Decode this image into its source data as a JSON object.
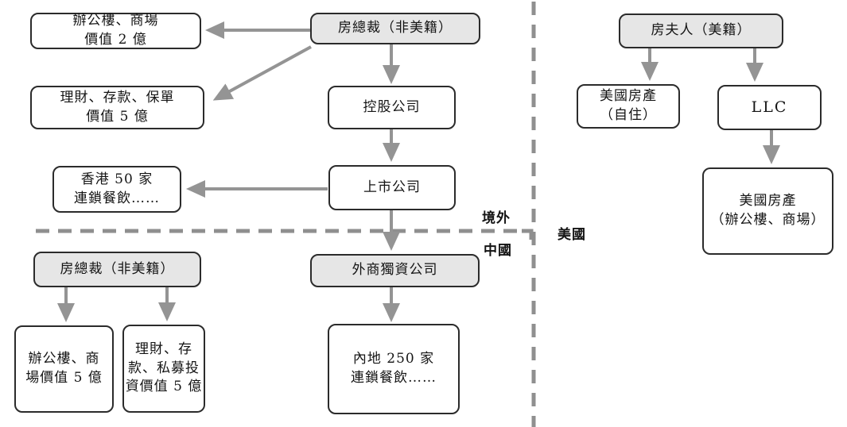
{
  "diagram": {
    "regions": {
      "offshore": "境外",
      "china": "中國",
      "usa": "美國"
    },
    "offshore_section": {
      "chairman": "房總裁（非美籍）",
      "office_mall": {
        "line1": "辦公樓、商場",
        "line2": "價值 2 億"
      },
      "wealth_insurance": {
        "line1": "理財、存款、保單",
        "line2": "價值 5 億"
      },
      "holding_co": "控股公司",
      "listed_co": "上市公司",
      "hk_restaurants": {
        "line1": "香港 50 家",
        "line2": "連鎖餐飲……"
      }
    },
    "china_section": {
      "chairman": "房總裁（非美籍）",
      "wfoe": "外商獨資公司",
      "office_mall": {
        "line1": "辦公樓、商",
        "line2": "場價值 5 億"
      },
      "wealth_pe": {
        "line1": "理財、存",
        "line2": "款、私募投",
        "line3": "資價值 5 億"
      },
      "mainland_restaurants": {
        "line1": "內地 250 家",
        "line2": "連鎖餐飲……"
      }
    },
    "usa_section": {
      "mrs_fang": "房夫人（美籍）",
      "us_property_self": {
        "line1": "美國房產",
        "line2": "（自住）"
      },
      "llc": "LLC",
      "us_property_commercial": {
        "line1": "美國房產",
        "line2": "（辦公樓、商場）"
      }
    },
    "colors": {
      "node_border": "#2b2b2b",
      "node_fill": "#ffffff",
      "node_fill_highlight": "#e6e6e6",
      "arrow": "#949494",
      "divider": "#8f8f8f",
      "text": "#141414"
    }
  }
}
